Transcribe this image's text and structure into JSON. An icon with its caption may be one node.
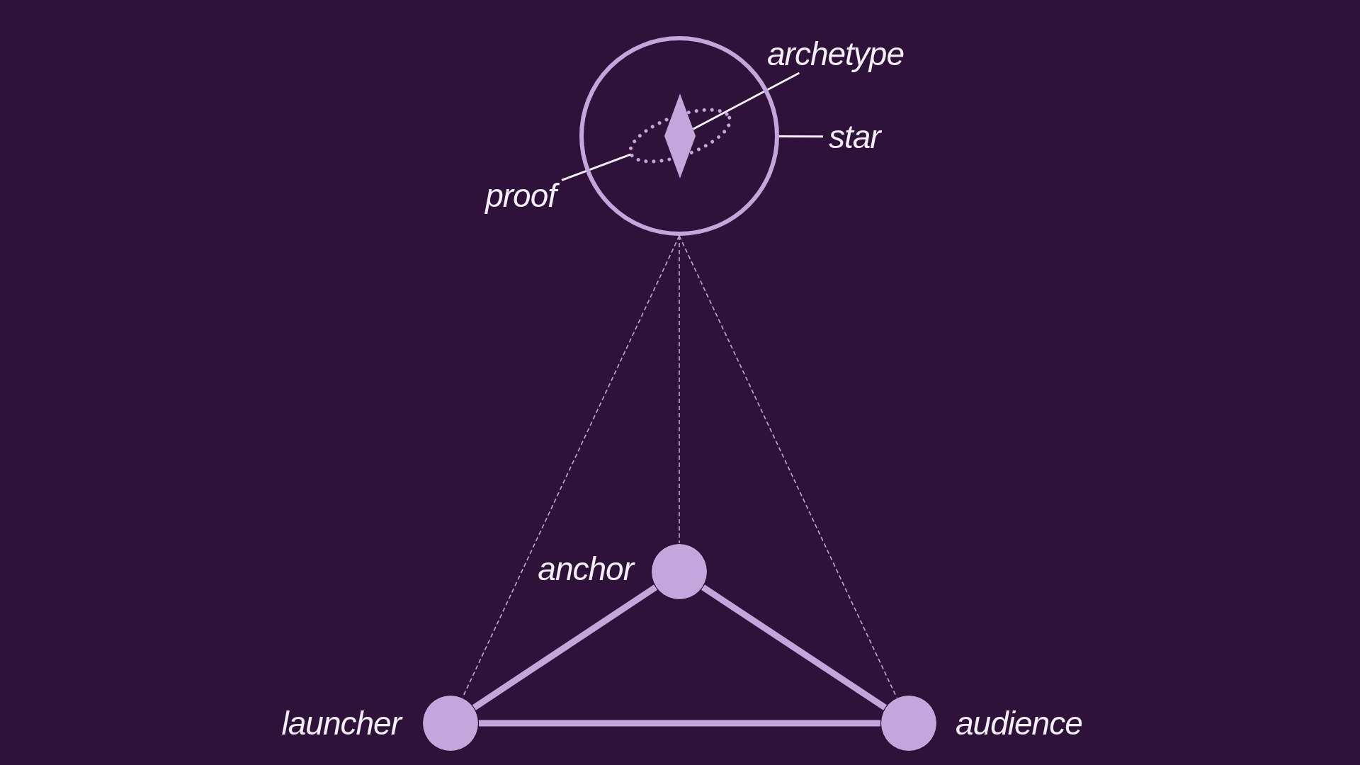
{
  "diagram": {
    "nodes": [
      {
        "text": [],
        "shape": "circle"
      },
      {
        "text": [
          "archetype"
        ]
      },
      {
        "text": [],
        "shape": "diamond",
        "in": 0
      },
      {
        "text": [
          "star"
        ]
      },
      {
        "text": [],
        "shape": "ellipse",
        "in": 0
      },
      {
        "text": [
          "proof"
        ]
      },
      {
        "text": [],
        "shape": "circle",
        "beside": [
          "anchor"
        ]
      },
      {
        "text": [],
        "shape": "circle",
        "beside": [
          "launcher"
        ]
      },
      {
        "text": [],
        "shape": "circle",
        "beside": [
          "audience"
        ]
      }
    ],
    "edges": [
      {
        "from": 1,
        "to": 2,
        "arrow": "none",
        "color": "#f4eef8"
      },
      {
        "from": 3,
        "to": 0,
        "arrow": "none",
        "color": "#f4eef8"
      },
      {
        "from": 5,
        "to": 4,
        "arrow": "none",
        "color": "#f4eef8"
      },
      {
        "from": 0,
        "to": 7,
        "arrow": "none",
        "style": "dashed"
      },
      {
        "from": 0,
        "to": 6,
        "arrow": "none",
        "style": "dashed"
      },
      {
        "from": 0,
        "to": 8,
        "arrow": "none",
        "style": "dashed"
      },
      {
        "from": 6,
        "to": 7,
        "arrow": "none",
        "style": "thick"
      },
      {
        "from": 6,
        "to": 8,
        "arrow": "none",
        "style": "thick"
      },
      {
        "from": 7,
        "to": 8,
        "arrow": "none",
        "style": "thick"
      }
    ]
  }
}
